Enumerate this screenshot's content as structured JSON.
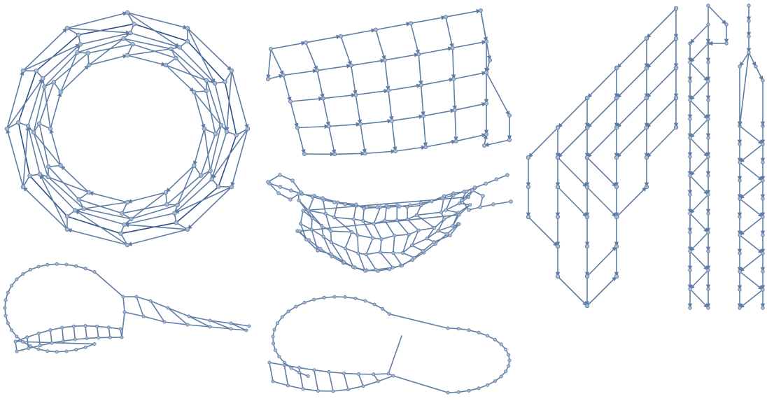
{
  "figure": {
    "background": "#ffffff",
    "edge_color": "#5f7da5",
    "node_fill": "#a8b8cf",
    "node_stroke": "#5f7da5",
    "arrow_color": "#2d4f86"
  },
  "panels": [
    {
      "id": "ring",
      "kind": "torus-graph",
      "label": ""
    },
    {
      "id": "grid",
      "kind": "curved-grid-graph",
      "label": ""
    },
    {
      "id": "boat",
      "kind": "boat-mesh-graph",
      "label": ""
    },
    {
      "id": "loop-left",
      "kind": "teardrop-ladder-graph",
      "label": ""
    },
    {
      "id": "loop-right",
      "kind": "double-loop-ladder-graph",
      "label": ""
    },
    {
      "id": "lattice",
      "kind": "diagonal-lattice-graph",
      "label": ""
    },
    {
      "id": "zigzag-a",
      "kind": "zigzag-strip-graph",
      "label": ""
    },
    {
      "id": "zigzag-b",
      "kind": "zigzag-strip-graph",
      "label": ""
    }
  ]
}
